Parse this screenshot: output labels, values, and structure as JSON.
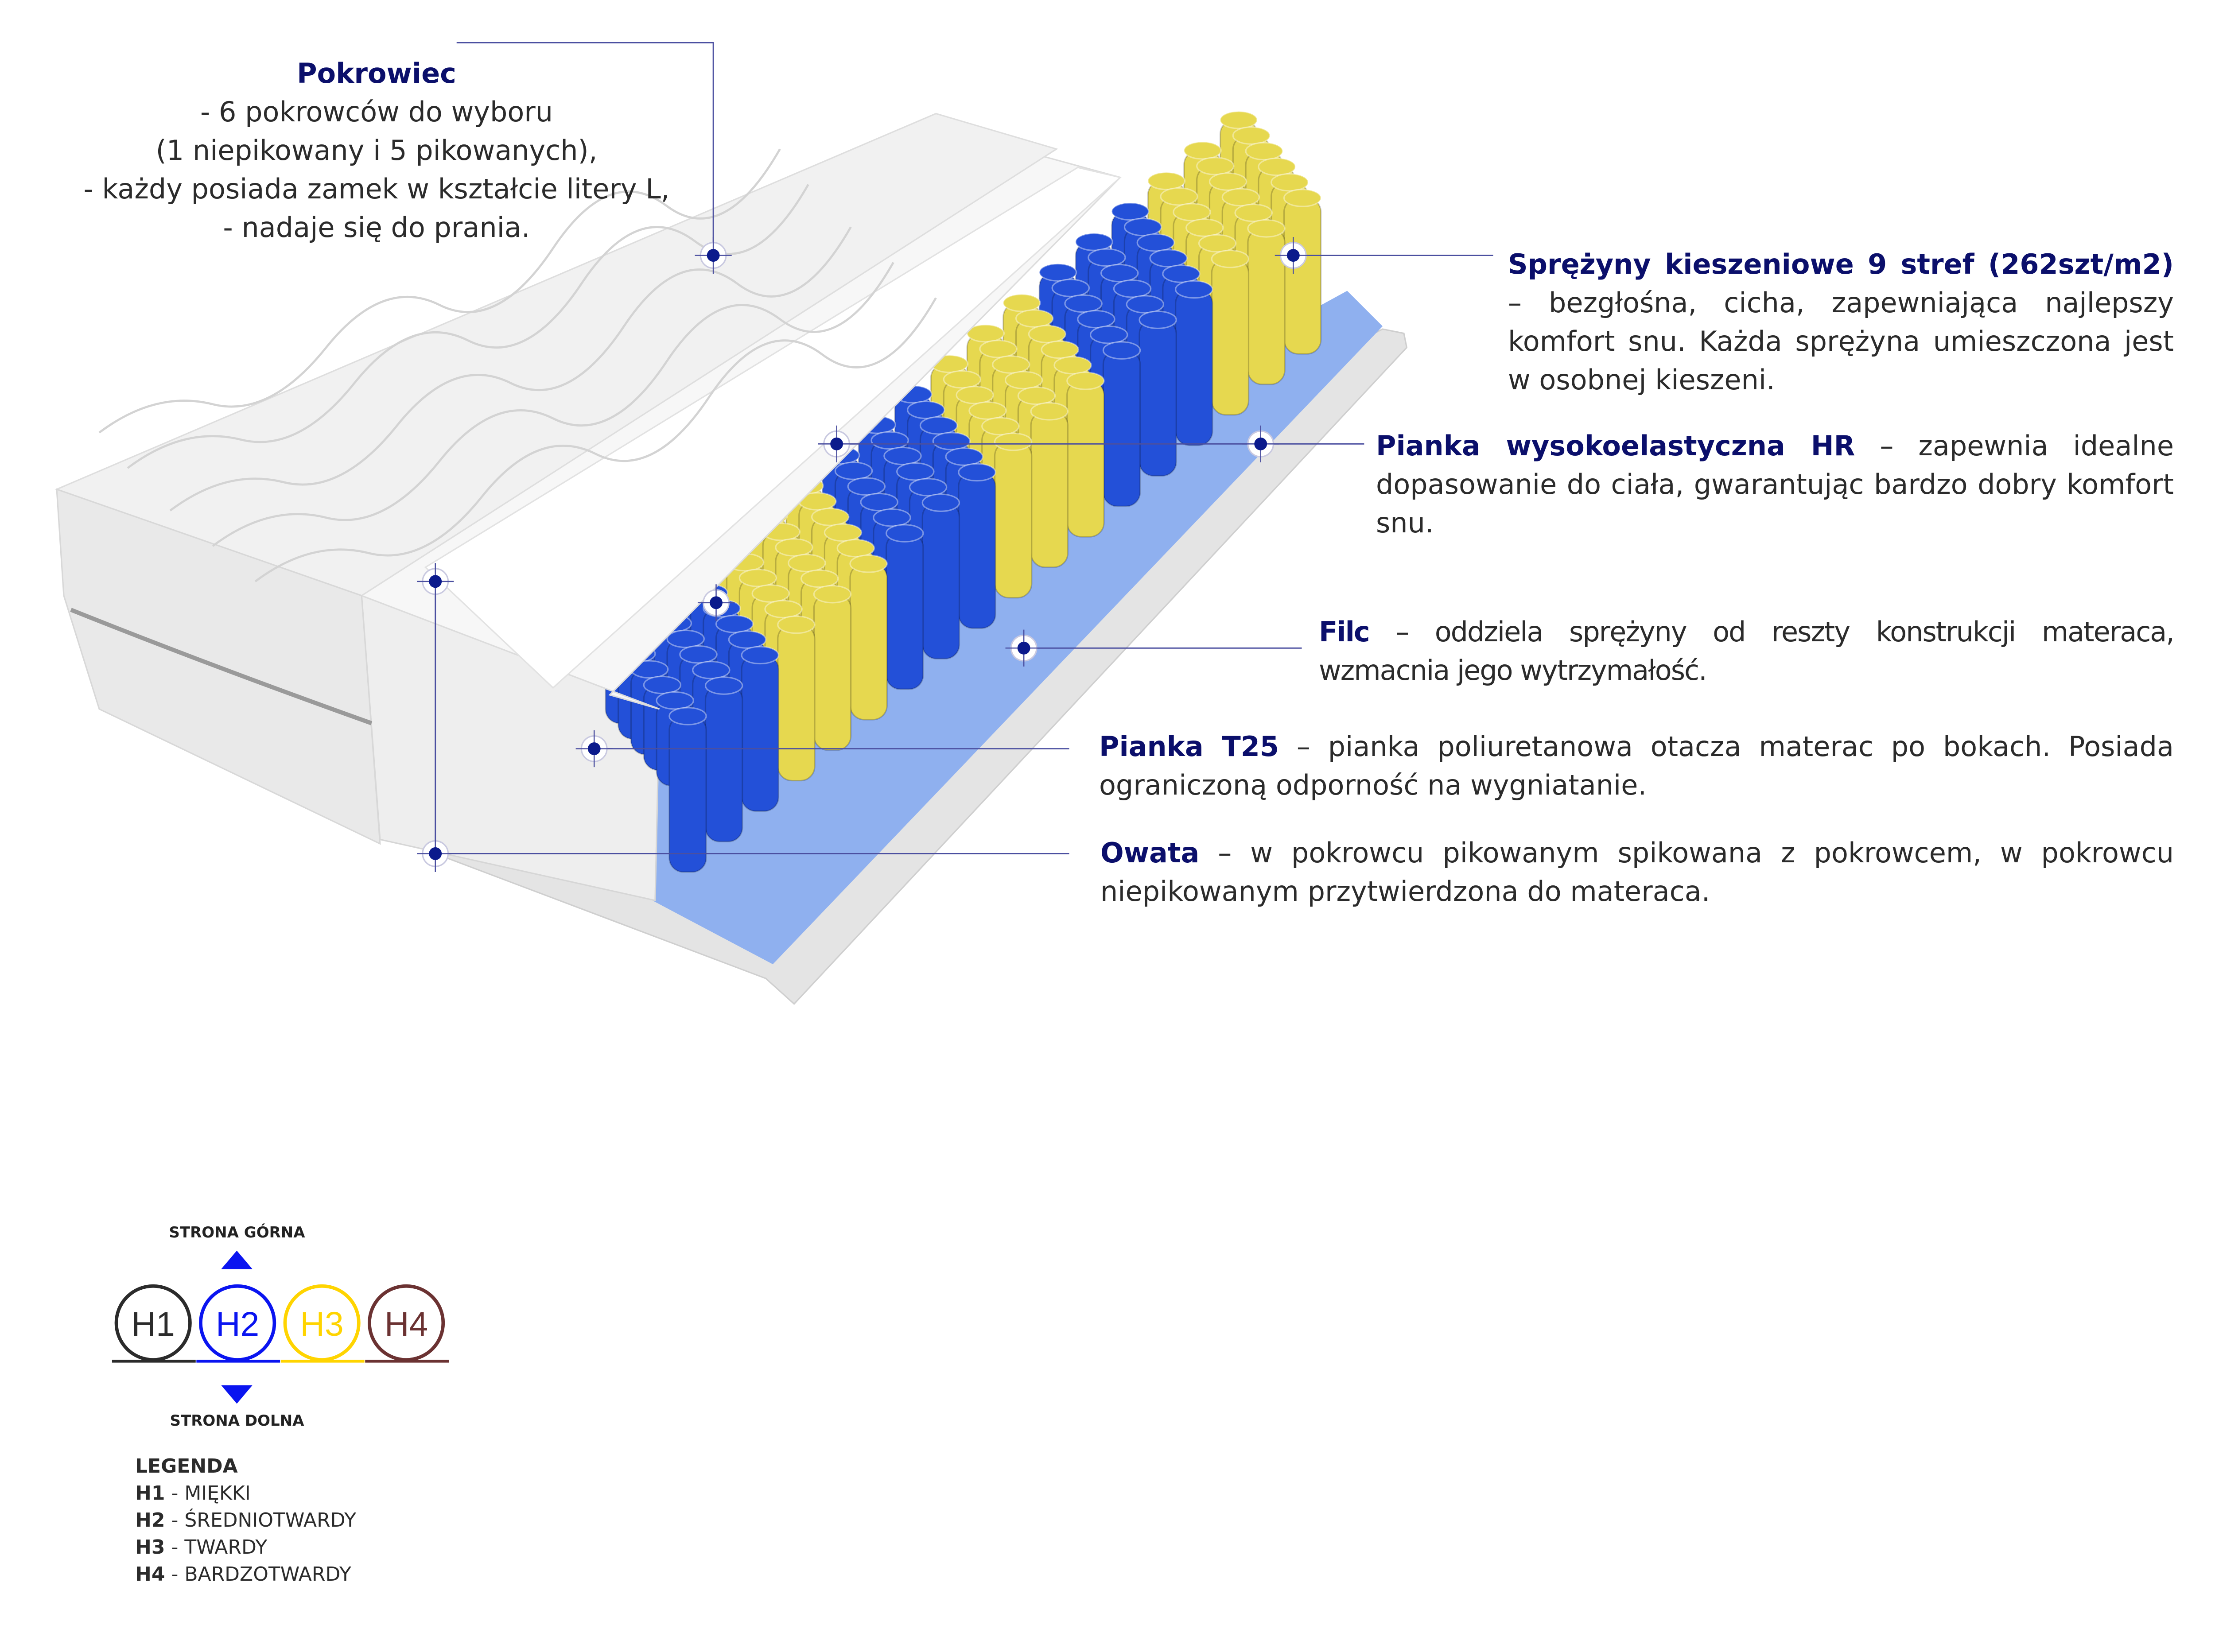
{
  "cover": {
    "title": "Pokrowiec",
    "lines": [
      "- 6 pokrowców do wyboru",
      "(1 niepikowany i 5 pikowanych),",
      "-  każdy posiada zamek w kształcie litery L,",
      "- nadaje się do prania."
    ]
  },
  "features": [
    {
      "title": "Sprężyny kieszeniowe 9 stref (262szt/m2)",
      "text": " – bezgłośna, cicha, zapewniająca najlepszy komfort snu. Każda sprężyna umieszczona jest w osobnej kieszeni."
    },
    {
      "title": "Pianka wysokoelastyczna HR",
      "text": " – zapewnia idealne dopasowanie do ciała, gwarantując bardzo dobry komfort snu."
    },
    {
      "title": "Filc",
      "text": " – oddziela sprężyny od reszty konstrukcji materaca, wzmacnia jego wytrzymałość."
    },
    {
      "title": "Pianka T25",
      "text": " – pianka poliuretanowa otacza materac po bokach. Posiada ograniczoną odporność na wygniatanie."
    },
    {
      "title": "Owata",
      "text": " – w pokrowcu pikowanym spikowana z pokrowcem, w pokrowcu niepikowanym przytwierdzona do materaca."
    }
  ],
  "hardness": {
    "top_label": "STRONA GÓRNA",
    "bottom_label": "STRONA DOLNA",
    "levels": [
      {
        "code": "H1",
        "color": "#2b2b2b"
      },
      {
        "code": "H2",
        "color": "#0a14f0"
      },
      {
        "code": "H3",
        "color": "#ffd400"
      },
      {
        "code": "H4",
        "color": "#6b3232"
      }
    ],
    "legend_title": "LEGENDA",
    "legend": [
      {
        "code": "H1",
        "label": "MIĘKKI"
      },
      {
        "code": "H2",
        "label": "ŚREDNIOTWARDY"
      },
      {
        "code": "H3",
        "label": "TWARDY"
      },
      {
        "code": "H4",
        "label": "BARDZOTWARDY"
      }
    ]
  },
  "colors": {
    "accent": "#0b0f6b",
    "spring_blue": "#2350d8",
    "spring_yellow": "#e6d84f",
    "felt": "#7fa3ea"
  }
}
